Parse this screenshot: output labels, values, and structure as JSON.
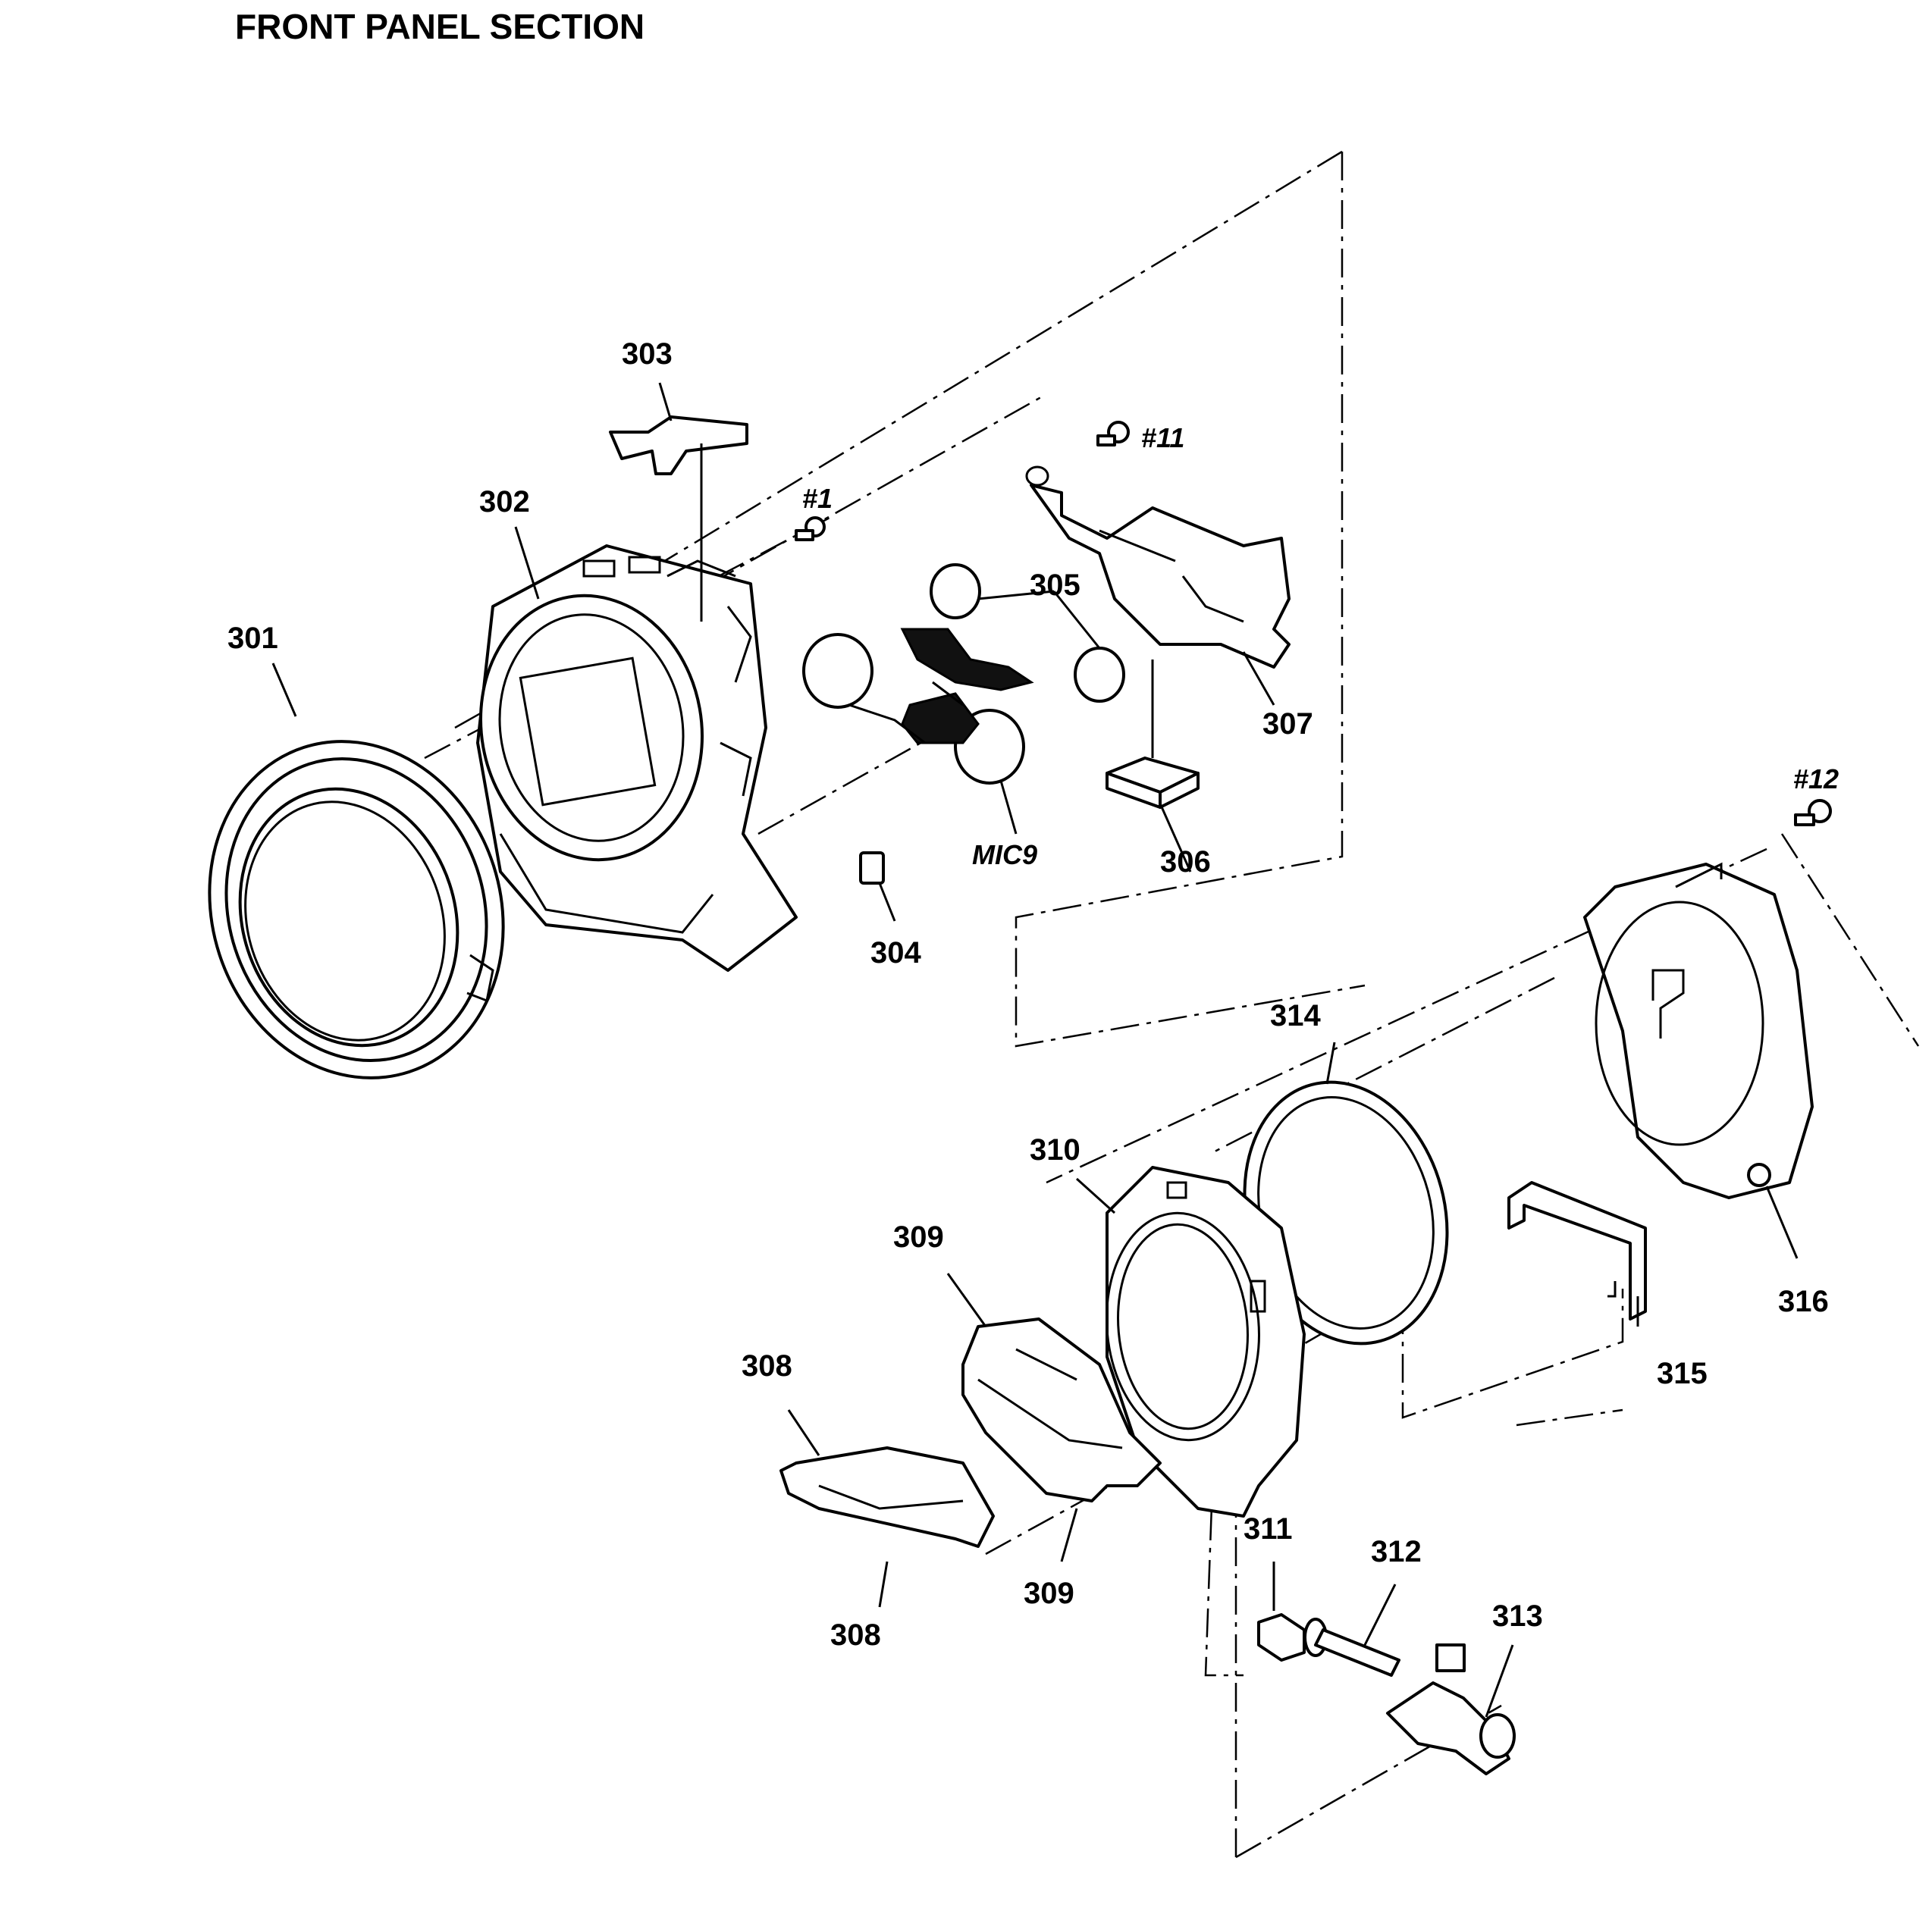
{
  "title": "FRONT PANEL SECTION",
  "callouts": {
    "p301": "301",
    "p302": "302",
    "p303": "303",
    "p304": "304",
    "p305": "305",
    "p306": "306",
    "p307": "307",
    "p308a": "308",
    "p308b": "308",
    "p309a": "309",
    "p309b": "309",
    "p310": "310",
    "p311": "311",
    "p312": "312",
    "p313": "313",
    "p314": "314",
    "p315": "315",
    "p316": "316",
    "mic9": "MIC9",
    "s1": "#1",
    "s11": "#11",
    "s12": "#12"
  }
}
